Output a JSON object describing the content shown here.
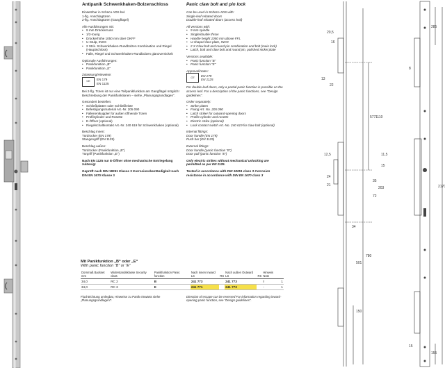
{
  "de": {
    "title": "Antipanik Schwenkhaken-Bolzenschloss",
    "intro": [
      "Einsetzbar in Schüco ADS bei:",
      "1-flg. Anschlagtüren",
      "2-flg. Anschlagtüren (Gangflügel)"
    ],
    "versions_head": "Alle Ausführungen mit:",
    "versions": [
      "9 mm Drückernuss",
      "1/2-tourig",
      "Drückerhöhe 1050 mm über OKFF",
      "U-Stulp, INOX",
      "2 Stck. Schwenkhaken-Rundbolzen Kombination und Riegel (Hauptschloss)",
      "Falle, Riegel und Schwenkhaken-Rundbolzen glanzvernickelt"
    ],
    "options_head": "Optionale Ausführungen:",
    "options": [
      "Panikfunktion „B“",
      "Panikfunktion „E“"
    ],
    "approval_head": "Zulassung/Hinweise:",
    "cert1": "EN 179",
    "cert2": "EN 1125",
    "note": "Bei 2-flg. Türen ist nur eine Teilpanikfunktion am Gangflügel möglich! Beschreibung der Panikfunktionen – siehe „Planungsgrundlagen“.",
    "order_head": "Gesondert bestellen:",
    "order": [
      "Schließplatten oder Schließleiste",
      "Befestigungsmaterial Art.-Nr. 205 090",
      "Fallenentkuppler für außen öffnende Türen",
      "Profilzylinder und Rosette",
      "E-Öffner (optional)",
      "Riegelschaltkontakt Art.-Nr. 240 619 für Schwenkhaken (optional)"
    ],
    "inside_head": "Beschlag innen:",
    "inside": [
      "Türdrücker (EN 179)",
      "Stangengriff (EN 1125)"
    ],
    "outside_head": "Beschlag außen:",
    "outside": [
      "Türdrücker (Panikfunktion „B“)",
      "Türgriff (Panikfunktion „E“)"
    ],
    "warn": "Nach EN 1125 nur E-Öffner ohne mechanische Entriegelung zulässig!",
    "tested": "Geprüft nach DIN 18251 Klasse 3 Korrosionsbeständigkeit nach DIN EN 1670 Klasse 3"
  },
  "en": {
    "title": "Panic claw bolt and pin lock",
    "intro": [
      "Can be used in Schüco ADS with:",
      "Single-leaf rebated doors",
      "Double-leaf rebated doors (access leaf)"
    ],
    "versions_head": "All versions with:",
    "versions": [
      "9 mm spindle",
      "Single/double throw",
      "Handle height 1050 mm above FFL",
      "U-shaped face plate, INOX",
      "2 X Claw bolt and round pin combination and bolt (main lock)",
      "Latch, bolt and claw bolt and round pin, polished nickel plate"
    ],
    "options_head": "Versions available:",
    "options": [
      "Panic function “B”",
      "Panic function “E”"
    ],
    "approval_head": "Approval/notes:",
    "cert1": "EN 179",
    "cert2": "EN 1125",
    "note": "For double-leaf doors, only a partial panic function is possible on the access leaf. For a description of the panic functions, see \"Design guidelines\".",
    "order_head": "Order separately:",
    "order": [
      "Strike plates",
      "Fixing Art. No. 205 090",
      "Latch striker for outward-opening doors",
      "Profile cylinder and rosette",
      "Electric strike (optional)",
      "Lock contact switch Art.-No. 240 619 for claw bolt (optional)"
    ],
    "internal_head": "Internal fittings:",
    "internal": [
      "Door handle (EN 179)",
      "Push bar (EN 1125)"
    ],
    "external_head": "External fittings:",
    "external": [
      "Door handle (panic function “B”)",
      "Door pull (panic function “E”)"
    ],
    "warn": "Only electric strikes without mechanical unlocking are permitted as per EN 1125.",
    "tested": "Tested in accordance with DIN 18251 class 3 Corrosion resistance in accordance with DIN EN 1670 class 3"
  },
  "table": {
    "head_de": "Mit Panikfunktion „B“ oder „E“",
    "head_en": "With panic function “B” or “E”",
    "cols": [
      "Dornmaß Backset mm",
      "Widerstandsklasse Security class",
      "Panikfunktion Panic function",
      "Nach innen Inward LS",
      "RS",
      "Nach außen Outward LS",
      "RS",
      "Hinweis Note",
      ""
    ],
    "rows": [
      [
        "34,0",
        "RC 2",
        "B",
        "241 773",
        "",
        "241 773",
        "",
        "!",
        "1"
      ],
      [
        "34,0",
        "RC 3",
        "E",
        "241 771",
        "",
        "241 773",
        "",
        "-",
        "1"
      ]
    ]
  },
  "notes": {
    "de": "Fluchtrichtung umlegbar, Hinweise zu Panik einwärts siehe „Planungsgrundlagen“!",
    "en": "Direction of escape can be reversed For information regarding inward-opening panic function, see \"Design guidelines\"."
  },
  "dims": [
    "20,5",
    "16",
    "8",
    "13",
    "22",
    "577",
    "1110",
    "12,5",
    "11,5",
    "15",
    "24",
    "21",
    "35",
    "72",
    "203",
    "34",
    "780",
    "501",
    "150",
    "2170",
    "285",
    "155",
    "15"
  ],
  "colors": {
    "highlight": "#f6e04a",
    "line": "#333333"
  }
}
